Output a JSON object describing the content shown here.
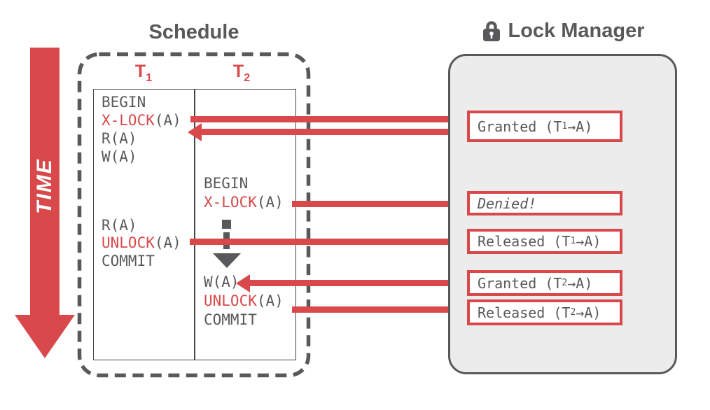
{
  "colors": {
    "red": "#D9494B",
    "dark_gray": "#58595B",
    "panel_fill": "#ECECEC",
    "table_line": "#454648"
  },
  "time": {
    "label": "TIME"
  },
  "schedule": {
    "title": "Schedule",
    "headers": [
      {
        "base": "T",
        "sub": "1"
      },
      {
        "base": "T",
        "sub": "2"
      }
    ],
    "rows": [
      {
        "hl": "",
        "rest": "BEGIN"
      },
      {
        "hl": "X-LOCK",
        "rest": "(A)"
      },
      {
        "hl": "",
        "rest": "R(A)"
      },
      {
        "hl": "",
        "rest": "W(A)"
      },
      {
        "hl": "",
        "rest": "BEGIN"
      },
      {
        "hl": "X-LOCK",
        "rest": "(A)"
      },
      {
        "hl": "",
        "rest": "R(A)"
      },
      {
        "hl": "UNLOCK",
        "rest": "(A)"
      },
      {
        "hl": "",
        "rest": "COMMIT"
      },
      {
        "hl": "",
        "rest": "W(A)"
      },
      {
        "hl": "UNLOCK",
        "rest": "(A)"
      },
      {
        "hl": "",
        "rest": "COMMIT"
      }
    ]
  },
  "lock_manager": {
    "title": "Lock Manager",
    "icon": "lock-icon",
    "boxes": [
      {
        "pre": "Granted (T",
        "sub": "1",
        "post": "→A)"
      },
      {
        "pre": "Denied!",
        "sub": "",
        "post": ""
      },
      {
        "pre": "Released (T",
        "sub": "1",
        "post": "→A)"
      },
      {
        "pre": "Granted (T",
        "sub": "2",
        "post": "→A)"
      },
      {
        "pre": "Released (T",
        "sub": "2",
        "post": "→A)"
      }
    ]
  }
}
